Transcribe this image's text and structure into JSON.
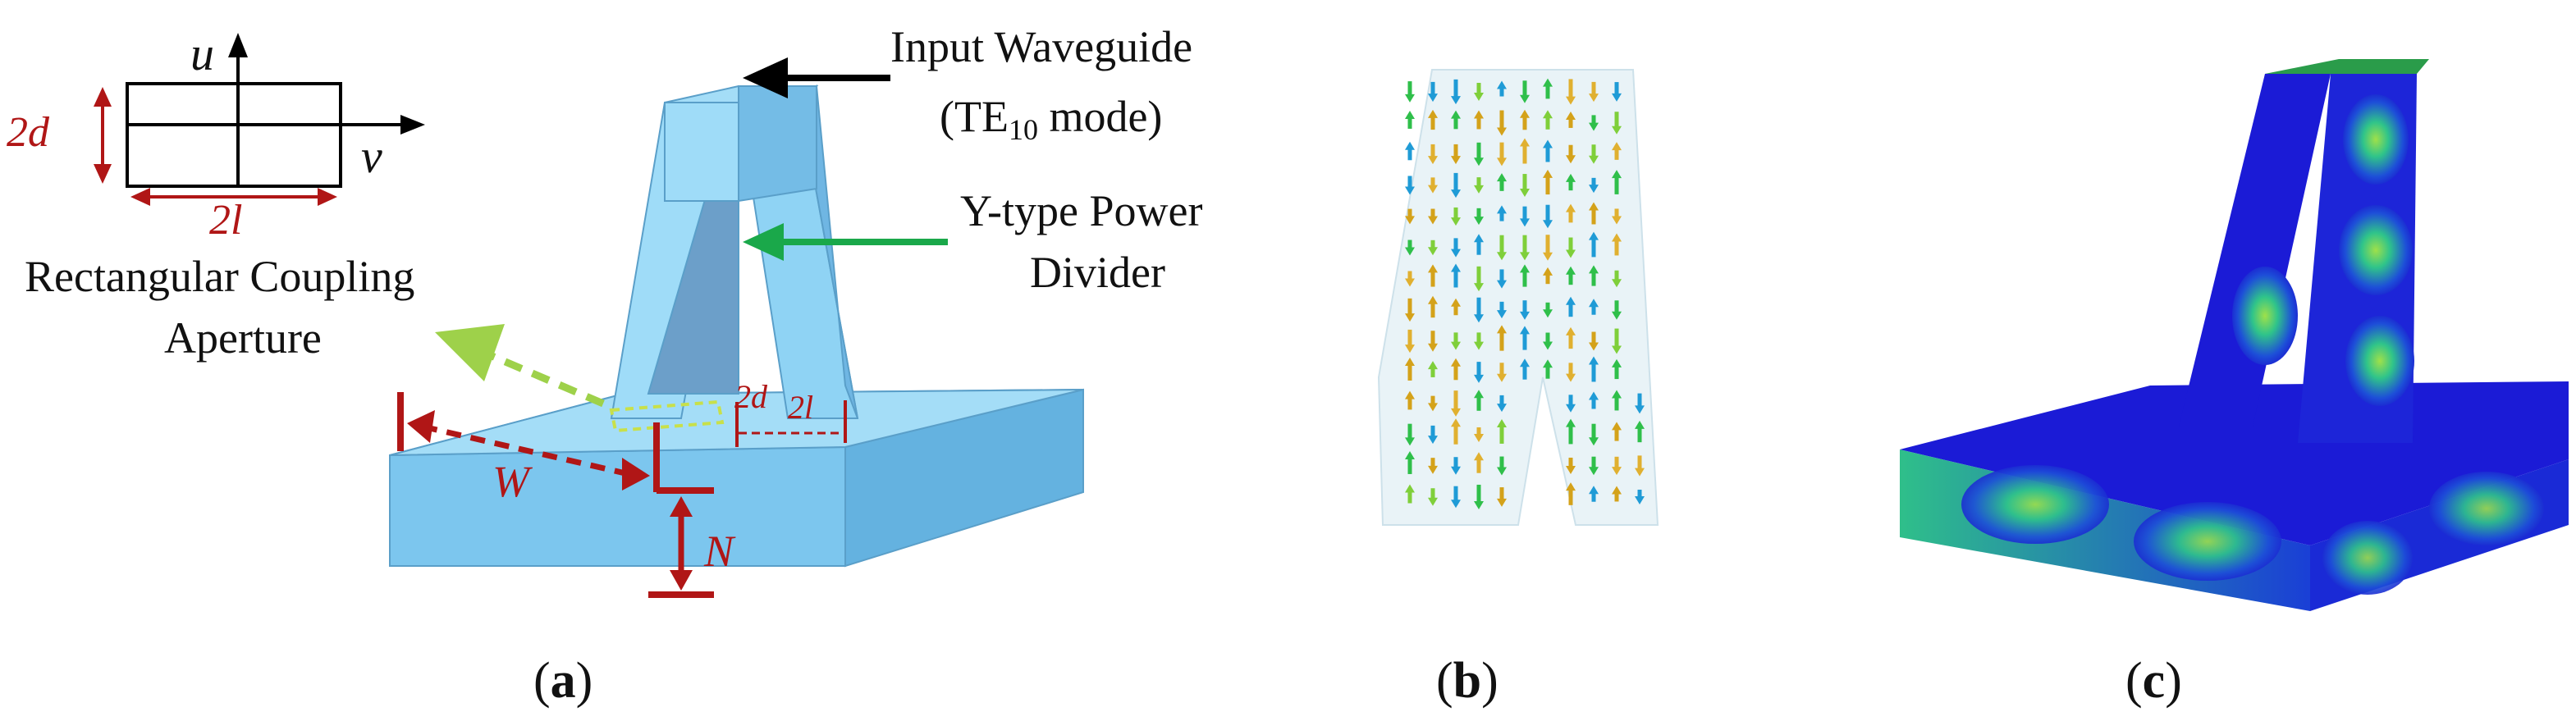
{
  "axes_inset": {
    "u_label": "u",
    "v_label": "v",
    "d_label": "2d",
    "l_label": "2l"
  },
  "panel_a": {
    "input_waveguide_line1": "Input Waveguide",
    "input_waveguide_te": "(TE",
    "input_waveguide_sub": "10",
    "input_waveguide_mode": " mode)",
    "divider_line1": "Y-type Power",
    "divider_line2": "Divider",
    "aperture_line1": "Rectangular Coupling",
    "aperture_line2": "Aperture",
    "dim_2d": "2d",
    "dim_2l": "2l",
    "dim_W": "W",
    "dim_N": "N",
    "caption_open": "(",
    "caption_letter": "a",
    "caption_close": ")"
  },
  "panel_b": {
    "caption_open": "(",
    "caption_letter": "b",
    "caption_close": ")"
  },
  "panel_c": {
    "caption_open": "(",
    "caption_letter": "c",
    "caption_close": ")"
  },
  "colors": {
    "body_fill": "#8fd3f4",
    "body_side": "#6fb6e3",
    "dim_red": "#b01616",
    "arrow_green": "#1aa84a",
    "arrow_lime": "#9ed14a",
    "field_blue": "#1b1bd6",
    "field_green": "#39c46a"
  }
}
